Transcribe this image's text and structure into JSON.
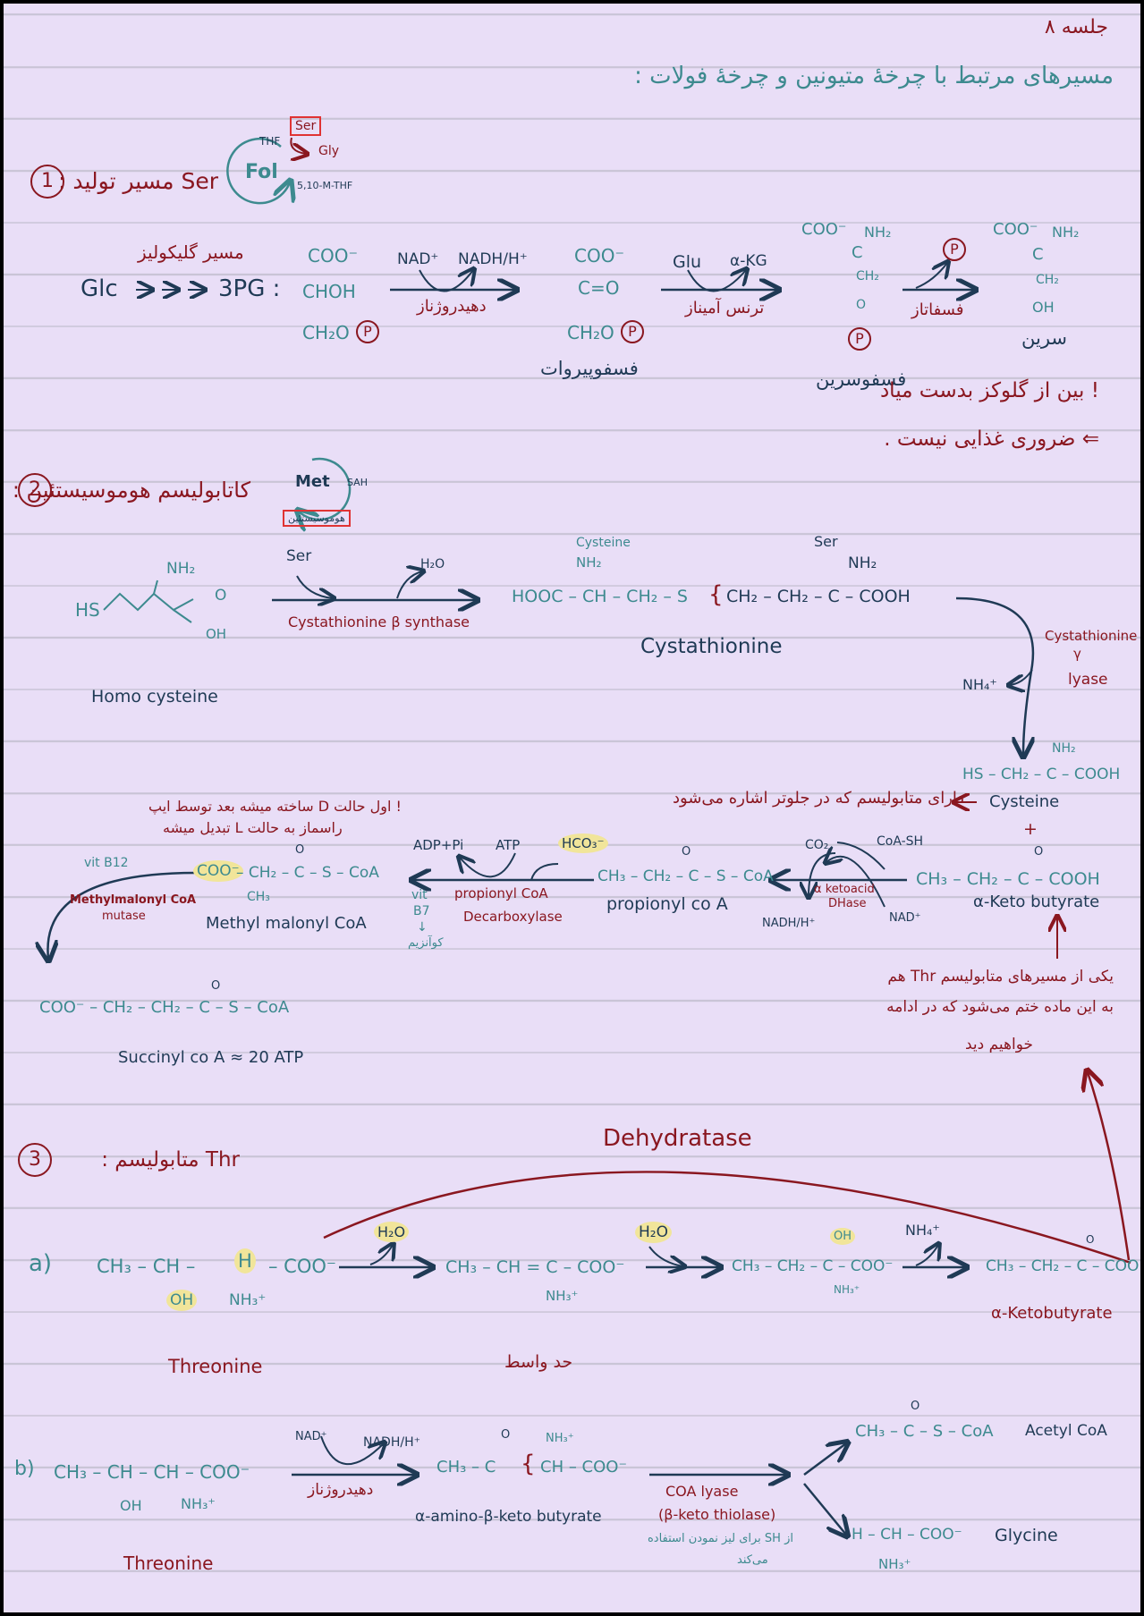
{
  "header": {
    "page_label": "جلسه ۸",
    "title": "مسیرهای مرتبط با چرخهٔ متیونین و چرخهٔ فولات :"
  },
  "section1": {
    "number": "1",
    "heading": "Ser مسیر تولید :",
    "cycle": {
      "center": "Fol",
      "input": "Ser",
      "out": "Gly",
      "left": "THF",
      "right": "5,10-M-THF"
    },
    "start": "Glc",
    "arrows": "→ → →",
    "intermediate": "3PG :",
    "glycolysis_label": "مسیر گلیکولیز",
    "mol_3pg": {
      "a": "COO⁻",
      "b": "CHOH",
      "c": "CH₂O",
      "p": "P"
    },
    "step1": {
      "cof_in": "NAD⁺",
      "cof_out": "NADH/H⁺",
      "enzyme": "دهیدروژناز"
    },
    "mol_phpyr": {
      "a": "COO⁻",
      "b": "C=O",
      "c": "CH₂O",
      "p": "P",
      "name": "فسفوپیروات"
    },
    "step2": {
      "cof_in": "Glu",
      "cof_out": "α-KG",
      "enzyme": "ترنس آمیناز"
    },
    "mol_phser": {
      "a": "COO⁻",
      "b": "NH₂",
      "c": "CH₂",
      "d": "O",
      "p": "P",
      "name": "فسفوسرین"
    },
    "step3": {
      "out": "P",
      "enzyme": "فسفاتاز"
    },
    "mol_ser": {
      "a": "COO⁻",
      "b": "NH₂",
      "c": "CH₂",
      "d": "OH",
      "name": "سرین"
    },
    "note1": "! بین از گلوکز بدست میاد",
    "note2": "⇐ ضروری غذایی نیست ."
  },
  "section2": {
    "number": "2",
    "heading": "کاتابولیسم هوموسیستئین :",
    "cycle": {
      "center": "Met",
      "right": "SAH",
      "bottom": "هوموسیستئین"
    },
    "homocysteine": {
      "hs": "HS",
      "nh2": "NH₂",
      "o": "O",
      "oh": "OH",
      "name": "Homo cysteine"
    },
    "step1": {
      "in": "Ser",
      "out": "H₂O",
      "enzyme": "Cystathionine β synthase"
    },
    "cystathionine": {
      "label_left": "Cysteine",
      "label_right": "Ser",
      "nh2_left": "NH₂",
      "nh2_right": "NH₂",
      "formula_left": "HOOC – CH – CH₂ – S",
      "formula_right": "CH₂ – CH₂ – C – COOH",
      "name": "Cystathionine"
    },
    "lyase": {
      "enzyme1": "Cystathionine",
      "enzyme2": "γ",
      "enzyme3": "lyase",
      "out": "NH₄⁺"
    },
    "cysteine": {
      "nh2": "NH₂",
      "formula": "HS – CH₂ – C – COOH",
      "name": "Cysteine",
      "note": "دارای متابولیسم که در جلوتر اشاره می‌شود",
      "plus": "+"
    },
    "ketobutyrate": {
      "o": "O",
      "formula": "CH₃ – CH₂ – C – COOH",
      "name": "α-Keto butyrate"
    },
    "step_dh": {
      "co2": "CO₂",
      "coash": "CoA-SH",
      "enzyme1": "α ketoacid",
      "enzyme2": "DHase",
      "nadh": "NADH/H⁺",
      "nad": "NAD⁺"
    },
    "propionyl": {
      "o": "O",
      "formula": "CH₃ – CH₂ – C – S – CoA",
      "name": "propionyl co A"
    },
    "step_carb": {
      "adp": "ADP+Pi",
      "atp": "ATP",
      "hco3": "HCO₃⁻",
      "enzyme1": "propionyl CoA",
      "enzyme2": "Decarboxylase",
      "vit": "vit",
      "b7": "B7",
      "down": "↓",
      "coenzyme": "کوآنزیم"
    },
    "note_d": "! اول حالت D ساخته میشه بعد توسط ایپ",
    "note_d2": "راسماز به حالت L تبدیل میشه",
    "methylmalonyl": {
      "coo": "COO⁻",
      "formula": "– CH₂ – C – S – CoA",
      "ch3": "CH₃",
      "o": "O",
      "name": "Methyl malonyl CoA",
      "vit": "vit B12",
      "mutase1": "Methylmalonyl CoA",
      "mutase2": "mutase"
    },
    "succinyl": {
      "formula": "COO⁻ – CH₂ – CH₂ – C – S – CoA",
      "o": "O",
      "name": "Succinyl co A ≈ 20 ATP"
    },
    "thr_note1": "یکی از مسیرهای متابولیسم Thr هم",
    "thr_note2": "به این ماده ختم می‌شود که در ادامه",
    "thr_note3": "خواهیم دید"
  },
  "section3": {
    "number": "3",
    "heading": "Thr متابولیسم :",
    "dehydratase": "Dehydratase",
    "a": {
      "label": "a)",
      "thr_formula_1": "CH₃ – CH –",
      "thr_h": "H",
      "thr_formula_2": "– COO⁻",
      "thr_oh": "OH",
      "thr_nh3": "NH₃⁺",
      "thr_name": "Threonine",
      "h2o_1": "H₂O",
      "inter_formula": "CH₃ – CH = C – COO⁻",
      "inter_nh3": "NH₃⁺",
      "inter_name": "حد واسط",
      "h2o_2": "H₂O",
      "third_formula": "CH₃ – CH₂ – C – COO⁻",
      "third_oh": "OH",
      "third_nh3": "NH₃⁺",
      "nh4": "NH₄⁺",
      "kb_formula": "CH₃ – CH₂ – C – COO",
      "kb_o": "O",
      "kb_name": "α-Ketobutyrate"
    },
    "b": {
      "label": "b)",
      "thr_formula": "CH₃ – CH – CH – COO⁻",
      "thr_oh": "OH",
      "thr_nh3": "NH₃⁺",
      "thr_name": "Threonine",
      "nad": "NAD⁺",
      "nadh": "NADH/H⁺",
      "enzyme": "دهیدروژناز",
      "akb_formula_1": "CH₃ – C",
      "akb_formula_2": "CH – COO⁻",
      "akb_o": "O",
      "akb_nh3": "NH₃⁺",
      "akb_name": "α-amino-β-keto butyrate",
      "lyase1": "COA lyase",
      "lyase2": "(β-keto thiolase)",
      "lyase_note1": "از SH برای لیز نمودن استفاده",
      "lyase_note2": "می‌کند",
      "acetyl_formula": "CH₃ – C – S – CoA",
      "acetyl_o": "O",
      "acetyl_name": "Acetyl CoA",
      "gly_formula": "H – CH – COO⁻",
      "gly_nh3": "NH₃⁺",
      "gly_name": "Glycine"
    }
  }
}
